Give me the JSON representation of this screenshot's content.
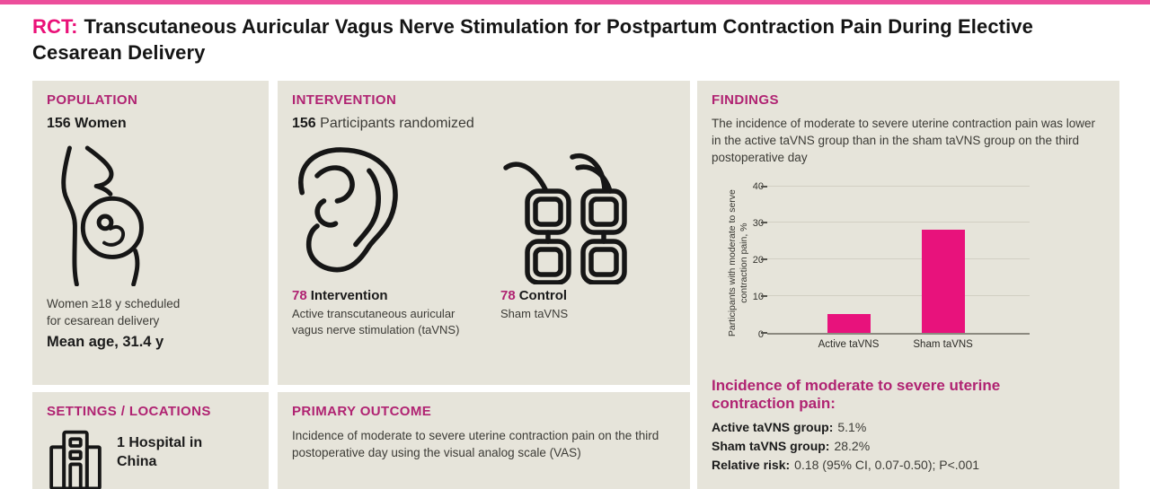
{
  "colors": {
    "accent_pink": "#EA1178",
    "header_magenta": "#B02372",
    "panel_bg": "#E6E4DA",
    "top_rule_pink": "#EC4E9B",
    "bar_pink": "#E8127C"
  },
  "title": {
    "prefix": "RCT:",
    "text": "Transcutaneous Auricular Vagus Nerve Stimulation for Postpartum Contraction Pain During Elective Cesarean Delivery"
  },
  "population": {
    "heading": "POPULATION",
    "count": "156 Women",
    "desc": "Women ≥18 y scheduled\nfor cesarean delivery",
    "mean_age": "Mean age, 31.4 y"
  },
  "settings": {
    "heading": "SETTINGS / LOCATIONS",
    "text": "1 Hospital in\nChina"
  },
  "intervention": {
    "heading": "INTERVENTION",
    "count": "156",
    "count_suffix": "Participants randomized",
    "arm1": {
      "n": "78",
      "label": "Intervention",
      "desc": "Active transcutaneous auricular vagus nerve stimulation (taVNS)"
    },
    "arm2": {
      "n": "78",
      "label": "Control",
      "desc": "Sham taVNS"
    }
  },
  "primary_outcome": {
    "heading": "PRIMARY OUTCOME",
    "text": "Incidence of moderate to severe uterine contraction pain on the third postoperative day using the visual analog scale (VAS)"
  },
  "findings": {
    "heading": "FINDINGS",
    "summary": "The incidence of moderate to severe uterine contraction pain was lower in the active taVNS group than in the sham taVNS group on the third postoperative day",
    "results_heading": "Incidence of moderate to severe uterine contraction pain:",
    "stats": [
      {
        "label": "Active taVNS group:",
        "value": "5.1%"
      },
      {
        "label": "Sham taVNS group:",
        "value": "28.2%"
      },
      {
        "label": "Relative risk:",
        "value": "0.18 (95% CI, 0.07-0.50); P<.001"
      }
    ]
  },
  "chart_data": {
    "type": "bar",
    "categories": [
      "Active taVNS",
      "Sham taVNS"
    ],
    "values": [
      5.1,
      28.2
    ],
    "ylabel": "Participants with moderate to serve contraction pain, %",
    "yticks": [
      0,
      10,
      20,
      30,
      40
    ],
    "ylim": [
      0,
      40
    ],
    "bar_color": "#E8127C",
    "bar_centers_pct": [
      31,
      67
    ],
    "grid": true,
    "legend": "none"
  }
}
